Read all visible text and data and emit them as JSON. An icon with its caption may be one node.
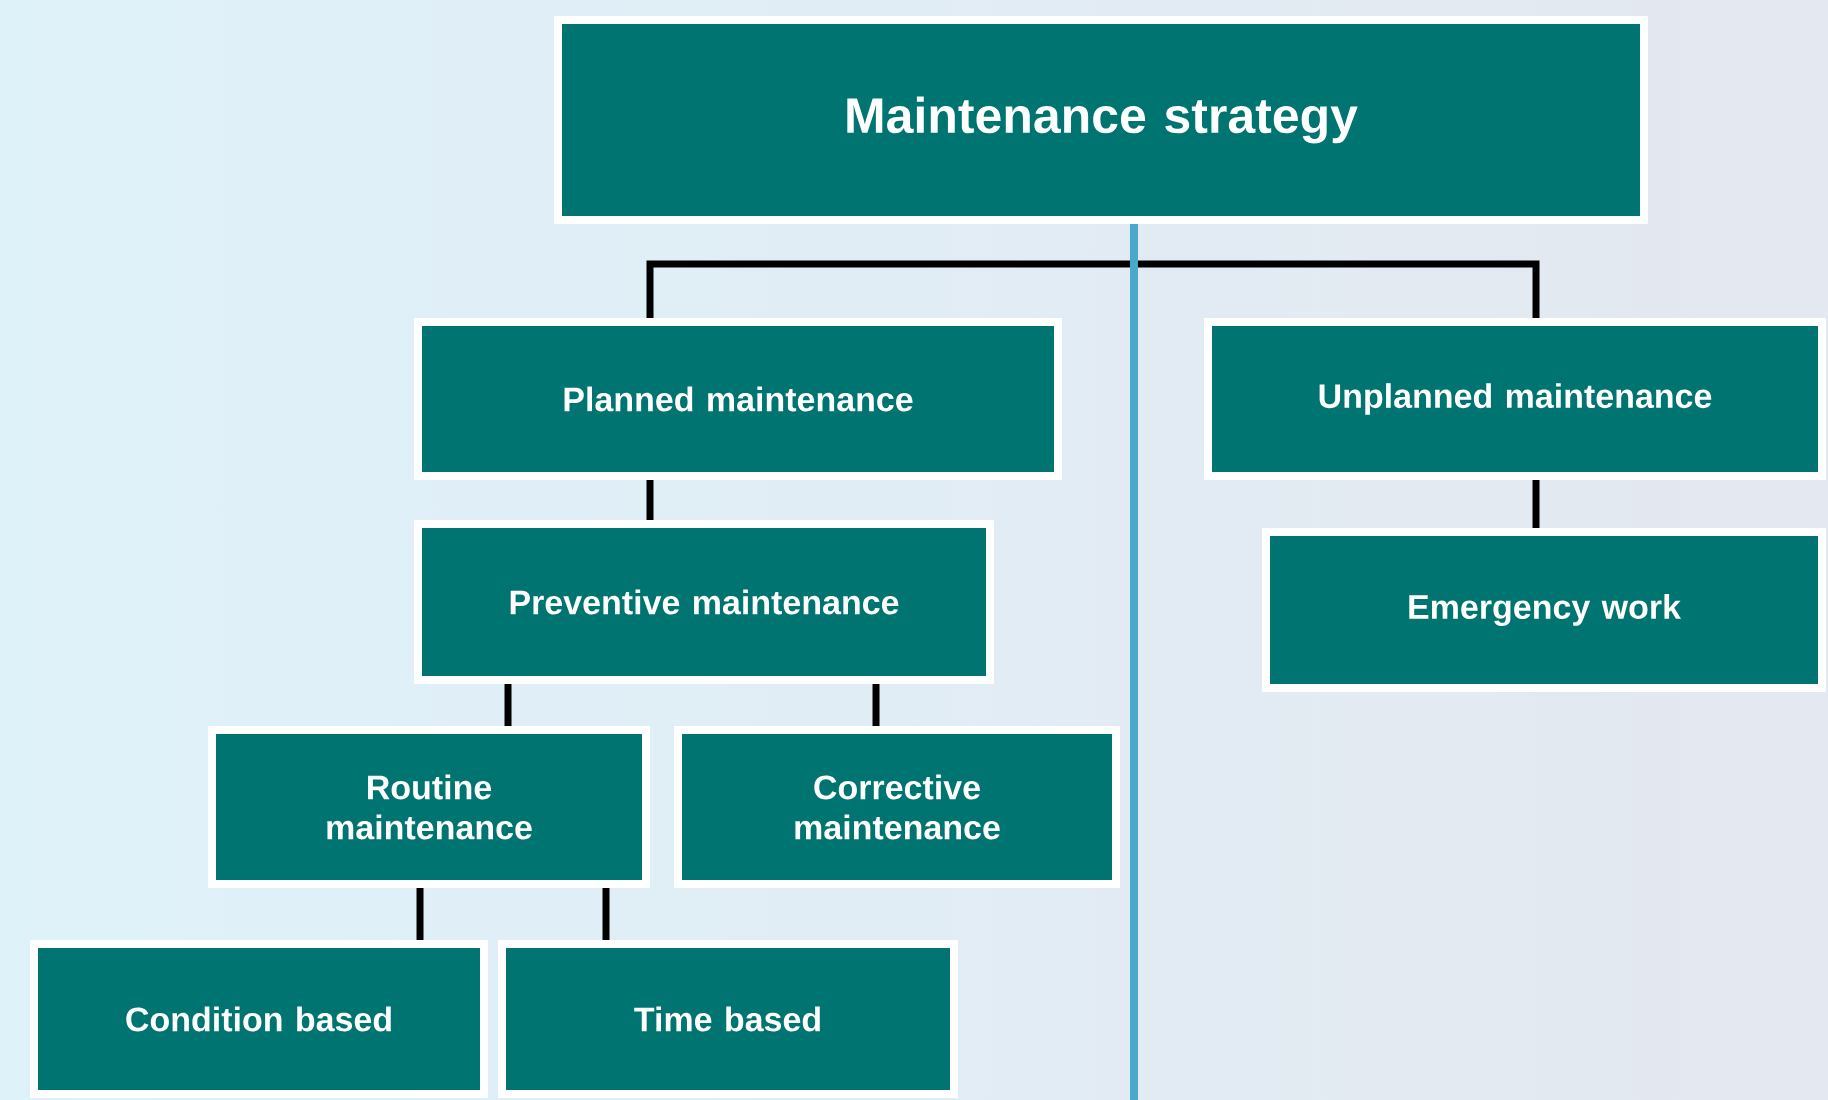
{
  "diagram": {
    "nodes": [
      {
        "text": [
          "Maintenance strategy"
        ]
      },
      {
        "text": [
          "Planned maintenance"
        ]
      },
      {
        "text": [
          "Unplanned maintenance"
        ]
      },
      {
        "text": [
          "Preventive maintenance"
        ]
      },
      {
        "text": [
          "Emergency work"
        ]
      },
      {
        "text": [
          "Routine maintenance"
        ]
      },
      {
        "text": [
          "Corrective maintenance"
        ]
      },
      {
        "text": [
          "Condition based"
        ]
      },
      {
        "text": [
          "Time based"
        ]
      }
    ],
    "edges": [
      {
        "from": 0,
        "to": 1,
        "arrow": "none"
      },
      {
        "from": 0,
        "to": 2,
        "arrow": "none"
      },
      {
        "from": 1,
        "to": 3,
        "arrow": "none"
      },
      {
        "from": 2,
        "to": 4,
        "arrow": "none"
      },
      {
        "from": 3,
        "to": 5,
        "arrow": "none"
      },
      {
        "from": 3,
        "to": 6,
        "arrow": "none"
      },
      {
        "from": 5,
        "to": 7,
        "arrow": "none"
      },
      {
        "from": 5,
        "to": 8,
        "arrow": "none"
      }
    ]
  }
}
